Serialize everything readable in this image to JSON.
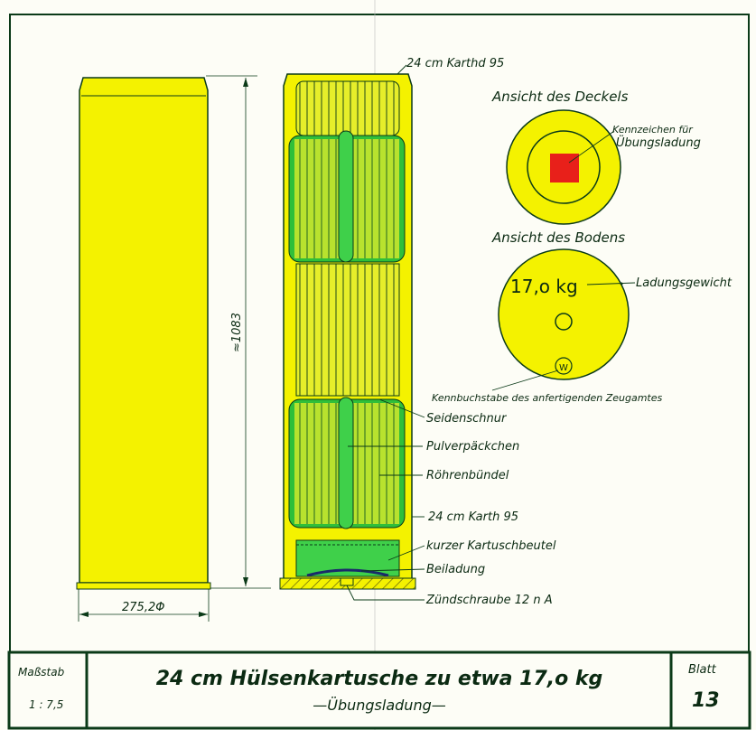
{
  "drawing": {
    "top_label": "24 cm Karthd 95",
    "height_dim": "≈1083",
    "width_dim": "275,2Φ",
    "lid_view": {
      "title": "Ansicht des Deckels",
      "marker_label_1": "Kennzeichen für",
      "marker_label_2": "Übungsladung"
    },
    "base_view": {
      "title": "Ansicht des Bodens",
      "weight": "17,o kg",
      "weight_label": "Ladungsgewicht",
      "letter": "W",
      "letter_label": "Kennbuchstabe des anfertigenden Zeugamtes"
    },
    "parts": [
      "Seidenschnur",
      "Pulverpäckchen",
      "Röhrenbündel",
      "24 cm Karth 95",
      "kurzer Kartuschbeutel",
      "Beiladung",
      "Zündschraube 12 n A"
    ]
  },
  "title_block": {
    "scale_label": "Maßstab",
    "scale_value": "1 : 7,5",
    "title": "24 cm Hülsenkartusche zu etwa 17,o kg",
    "subtitle": "—Übungsladung—",
    "sheet_label": "Blatt",
    "sheet_value": "13"
  },
  "colors": {
    "yellow": "#f4f200",
    "green": "#2fbf3a",
    "red": "#e8201a",
    "line": "#0b3a18"
  }
}
